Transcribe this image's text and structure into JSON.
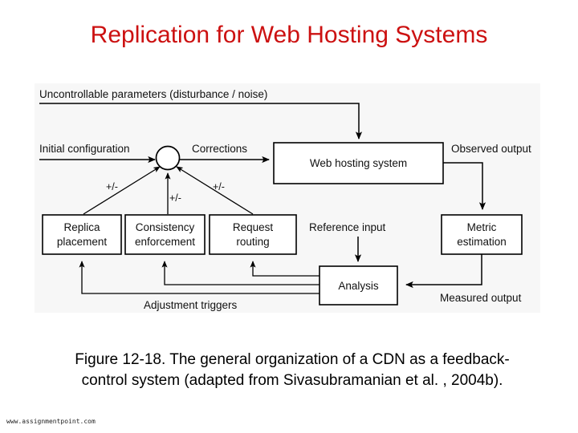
{
  "slide": {
    "title": "Replication for Web Hosting Systems",
    "title_color": "#cc1111",
    "background": "#ffffff",
    "caption_line1": "Figure 12-18. The general organization of a CDN as a feedback-",
    "caption_line2": "control system (adapted from Sivasubramanian et al. , 2004b).",
    "watermark": "www.assignmentpoint.com"
  },
  "diagram": {
    "background": "#f7f7f7",
    "labels": {
      "disturbance": "Uncontrollable parameters (disturbance / noise)",
      "initial_configuration": "Initial configuration",
      "corrections": "Corrections",
      "observed_output": "Observed output",
      "reference_input": "Reference input",
      "measured_output": "Measured output",
      "adjustment_triggers": "Adjustment triggers",
      "plusminus_left": "+/-",
      "plusminus_center": "+/-",
      "plusminus_right": "+/-"
    },
    "boxes": {
      "web_hosting_system": "Web hosting system",
      "replica_placement_line1": "Replica",
      "replica_placement_line2": "placement",
      "consistency_enforcement_line1": "Consistency",
      "consistency_enforcement_line2": "enforcement",
      "request_routing_line1": "Request",
      "request_routing_line2": "routing",
      "metric_estimation_line1": "Metric",
      "metric_estimation_line2": "estimation",
      "analysis": "Analysis"
    }
  }
}
